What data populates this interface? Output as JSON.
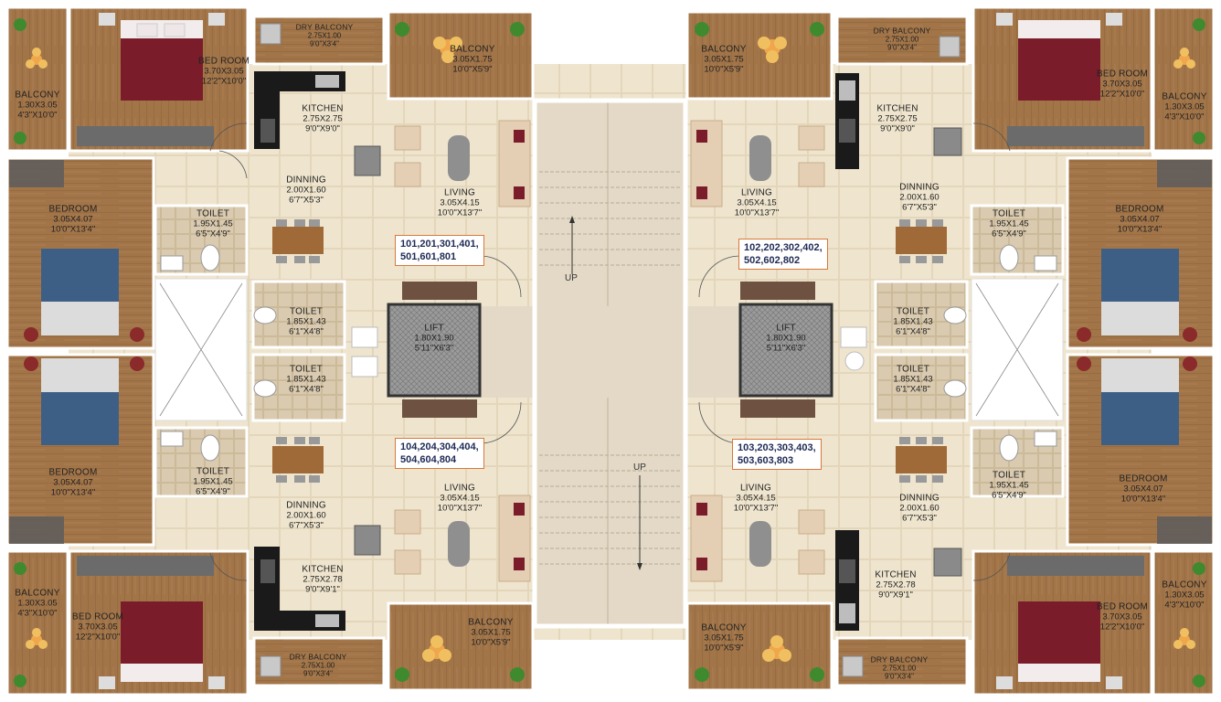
{
  "rooms": {
    "tl_balcony": {
      "name": "BALCONY",
      "metric": "1.30X3.05",
      "imperial": "4'3\"X10'0\""
    },
    "tl_bedroom": {
      "name": "BED ROOM",
      "metric": "3.70X3.05",
      "imperial": "12'2\"X10'0\""
    },
    "tl_dry": {
      "name": "DRY BALCONY",
      "metric": "2.75X1.00",
      "imperial": "9'0\"X3'4\""
    },
    "tl_kitchen": {
      "name": "KITCHEN",
      "metric": "2.75X2.75",
      "imperial": "9'0\"X9'0\""
    },
    "tl_balcony2": {
      "name": "BALCONY",
      "metric": "3.05X1.75",
      "imperial": "10'0\"X5'9\""
    },
    "tl_dinning": {
      "name": "DINNING",
      "metric": "2.00X1.60",
      "imperial": "6'7\"X5'3\""
    },
    "tl_living": {
      "name": "LIVING",
      "metric": "3.05X4.15",
      "imperial": "10'0\"X13'7\""
    },
    "tl_bed2": {
      "name": "BEDROOM",
      "metric": "3.05X4.07",
      "imperial": "10'0\"X13'4\""
    },
    "tl_toilet1": {
      "name": "TOILET",
      "metric": "1.95X1.45",
      "imperial": "6'5\"X4'9\""
    },
    "tl_toilet2": {
      "name": "TOILET",
      "metric": "1.85X1.43",
      "imperial": "6'1\"X4'8\""
    },
    "lift_l": {
      "name": "LIFT",
      "metric": "1.80X1.90",
      "imperial": "5'11\"X6'3\""
    },
    "lift_r": {
      "name": "LIFT",
      "metric": "1.80X1.90",
      "imperial": "5'11\"X6'3\""
    },
    "tr_balcony2": {
      "name": "BALCONY",
      "metric": "3.05X1.75",
      "imperial": "10'0\"X5'9\""
    },
    "tr_dry": {
      "name": "DRY BALCONY",
      "metric": "2.75X1.00",
      "imperial": "9'0\"X3'4\""
    },
    "tr_bedroom": {
      "name": "BED ROOM",
      "metric": "3.70X3.05",
      "imperial": "12'2\"X10'0\""
    },
    "tr_balcony": {
      "name": "BALCONY",
      "metric": "1.30X3.05",
      "imperial": "4'3\"X10'0\""
    },
    "tr_kitchen": {
      "name": "KITCHEN",
      "metric": "2.75X2.75",
      "imperial": "9'0\"X9'0\""
    },
    "tr_living": {
      "name": "LIVING",
      "metric": "3.05X4.15",
      "imperial": "10'0\"X13'7\""
    },
    "tr_dinning": {
      "name": "DINNING",
      "metric": "2.00X1.60",
      "imperial": "6'7\"X5'3\""
    },
    "tr_bed2": {
      "name": "BEDROOM",
      "metric": "3.05X4.07",
      "imperial": "10'0\"X13'4\""
    },
    "tr_toilet1": {
      "name": "TOILET",
      "metric": "1.95X1.45",
      "imperial": "6'5\"X4'9\""
    },
    "tr_toilet2": {
      "name": "TOILET",
      "metric": "1.85X1.43",
      "imperial": "6'1\"X4'8\""
    },
    "bl_toilet2": {
      "name": "TOILET",
      "metric": "1.85X1.43",
      "imperial": "6'1\"X4'8\""
    },
    "bl_bed2": {
      "name": "BEDROOM",
      "metric": "3.05X4.07",
      "imperial": "10'0\"X13'4\""
    },
    "bl_toilet1": {
      "name": "TOILET",
      "metric": "1.95X1.45",
      "imperial": "6'5\"X4'9\""
    },
    "bl_dinning": {
      "name": "DINNING",
      "metric": "2.00X1.60",
      "imperial": "6'7\"X5'3\""
    },
    "bl_living": {
      "name": "LIVING",
      "metric": "3.05X4.15",
      "imperial": "10'0\"X13'7\""
    },
    "bl_kitchen": {
      "name": "KITCHEN",
      "metric": "2.75X2.78",
      "imperial": "9'0\"X9'1\""
    },
    "bl_balcony": {
      "name": "BALCONY",
      "metric": "1.30X3.05",
      "imperial": "4'3\"X10'0\""
    },
    "bl_bedroom": {
      "name": "BED ROOM",
      "metric": "3.70X3.05",
      "imperial": "12'2\"X10'0\""
    },
    "bl_balcony2": {
      "name": "BALCONY",
      "metric": "3.05X1.75",
      "imperial": "10'0\"X5'9\""
    },
    "bl_dry": {
      "name": "DRY BALCONY",
      "metric": "2.75X1.00",
      "imperial": "9'0\"X3'4\""
    },
    "br_toilet2": {
      "name": "TOILET",
      "metric": "1.85X1.43",
      "imperial": "6'1\"X4'8\""
    },
    "br_living": {
      "name": "LIVING",
      "metric": "3.05X4.15",
      "imperial": "10'0\"X13'7\""
    },
    "br_dinning": {
      "name": "DINNING",
      "metric": "2.00X1.60",
      "imperial": "6'7\"X5'3\""
    },
    "br_toilet1": {
      "name": "TOILET",
      "metric": "1.95X1.45",
      "imperial": "6'5\"X4'9\""
    },
    "br_bed2": {
      "name": "BEDROOM",
      "metric": "3.05X4.07",
      "imperial": "10'0\"X13'4\""
    },
    "br_kitchen": {
      "name": "KITCHEN",
      "metric": "2.75X2.78",
      "imperial": "9'0\"X9'1\""
    },
    "br_balcony2": {
      "name": "BALCONY",
      "metric": "3.05X1.75",
      "imperial": "10'0\"X5'9\""
    },
    "br_dry": {
      "name": "DRY BALCONY",
      "metric": "2.75X1.00",
      "imperial": "9'0\"X3'4\""
    },
    "br_bedroom": {
      "name": "BED ROOM",
      "metric": "3.70X3.05",
      "imperial": "12'2\"X10'0\""
    },
    "br_balcony": {
      "name": "BALCONY",
      "metric": "1.30X3.05",
      "imperial": "4'3\"X10'0\""
    }
  },
  "units": {
    "tl": {
      "line1": "101,201,301,401,",
      "line2": "501,601,801"
    },
    "tr": {
      "line1": "102,202,302,402,",
      "line2": "502,602,802"
    },
    "bl": {
      "line1": "104,204,304,404,",
      "line2": "504,604,804"
    },
    "br": {
      "line1": "103,203,303,403,",
      "line2": "503,603,803"
    }
  },
  "stairs": {
    "up_top": "UP",
    "up_bottom": "UP"
  },
  "colors": {
    "wood": "#a07449",
    "wood_dark": "#8a6038",
    "floor_tile": "#efe6d2",
    "stair": "#e6dccb",
    "wall": "#ffffff",
    "toilet_tile": "#d8c9ae",
    "bed_maroon": "#7a1c2a",
    "bed_blue": "#3d5f85",
    "accent": "#d9773a",
    "unit_text": "#1f2a55",
    "lift": "#8f8f8f"
  }
}
